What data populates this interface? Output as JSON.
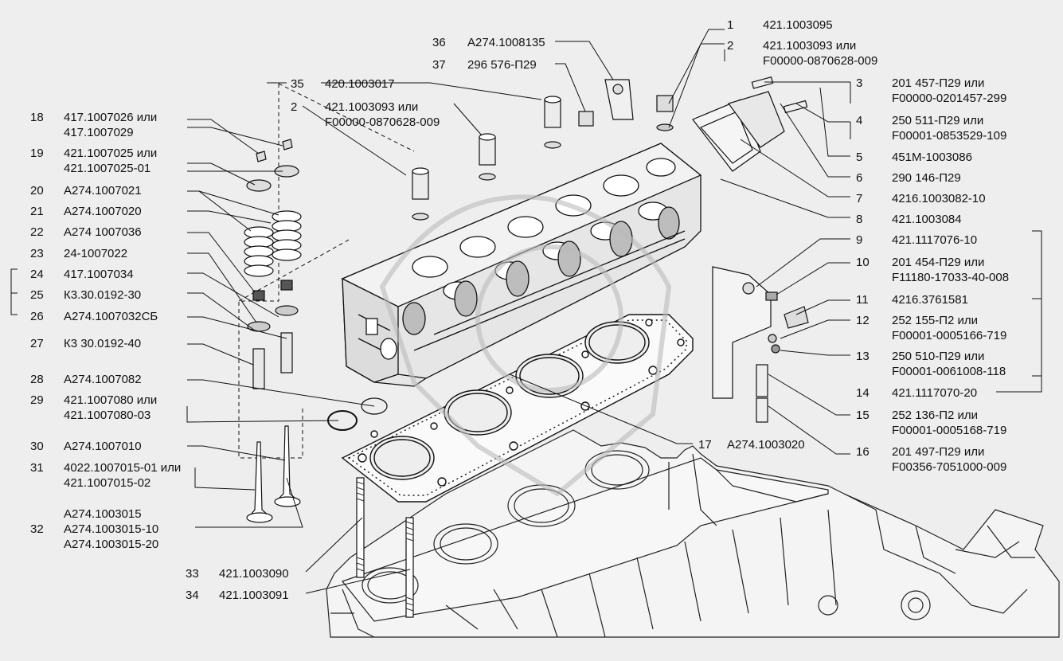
{
  "diagram": {
    "callouts_left": [
      {
        "num": "18",
        "code": "417.1007026 или\n417.1007029"
      },
      {
        "num": "19",
        "code": "421.1007025 или\n421.1007025-01"
      },
      {
        "num": "20",
        "code": "А274.1007021"
      },
      {
        "num": "21",
        "code": "А274.1007020"
      },
      {
        "num": "22",
        "code": "А274 1007036"
      },
      {
        "num": "23",
        "code": "24-1007022"
      },
      {
        "num": "24",
        "code": "417.1007034"
      },
      {
        "num": "25",
        "code": "К3.30.0192-30"
      },
      {
        "num": "26",
        "code": "А274.1007032СБ"
      },
      {
        "num": "27",
        "code": "К3 30.0192-40"
      },
      {
        "num": "28",
        "code": "А274.1007082"
      },
      {
        "num": "29",
        "code": "421.1007080 или\n421.1007080-03"
      },
      {
        "num": "30",
        "code": "А274.1007010"
      },
      {
        "num": "31",
        "code": "4022.1007015-01 или\n421.1007015-02"
      },
      {
        "num": "32",
        "code": "А274.1003015\nА274.1003015-10\nА274.1003015-20"
      },
      {
        "num": "33",
        "code": "421.1003090"
      },
      {
        "num": "34",
        "code": "421.1003091"
      }
    ],
    "callouts_top": [
      {
        "num": "35",
        "code": "420.1003017"
      },
      {
        "num": "2",
        "code": "421.1003093 или\nF00000-0870628-009"
      },
      {
        "num": "36",
        "code": "А274.1008135"
      },
      {
        "num": "37",
        "code": "296 576-П29"
      }
    ],
    "callouts_right": [
      {
        "num": "1",
        "code": "421.1003095"
      },
      {
        "num": "2",
        "code": "421.1003093 или\nF00000-0870628-009"
      },
      {
        "num": "3",
        "code": "201 457-П29 или\nF00000-0201457-299"
      },
      {
        "num": "4",
        "code": "250 511-П29 или\nF00001-0853529-109"
      },
      {
        "num": "5",
        "code": "451М-1003086"
      },
      {
        "num": "6",
        "code": "290 146-П29"
      },
      {
        "num": "7",
        "code": "4216.1003082-10"
      },
      {
        "num": "8",
        "code": "421.1003084"
      },
      {
        "num": "9",
        "code": "421.1117076-10"
      },
      {
        "num": "10",
        "code": "201 454-П29 или\nF11180-17033-40-008"
      },
      {
        "num": "11",
        "code": "4216.3761581"
      },
      {
        "num": "12",
        "code": "252 155-П2 или\nF00001-0005166-719"
      },
      {
        "num": "13",
        "code": "250 510-П29 или\nF00001-0061008-118"
      },
      {
        "num": "14",
        "code": "421.1117070-20"
      },
      {
        "num": "15",
        "code": "252 136-П2 или\nF00001-0005168-719"
      },
      {
        "num": "16",
        "code": "201 497-П29 или\nF00356-7051000-009"
      }
    ],
    "callouts_bottom": [
      {
        "num": "17",
        "code": "А274.1003020"
      }
    ]
  }
}
